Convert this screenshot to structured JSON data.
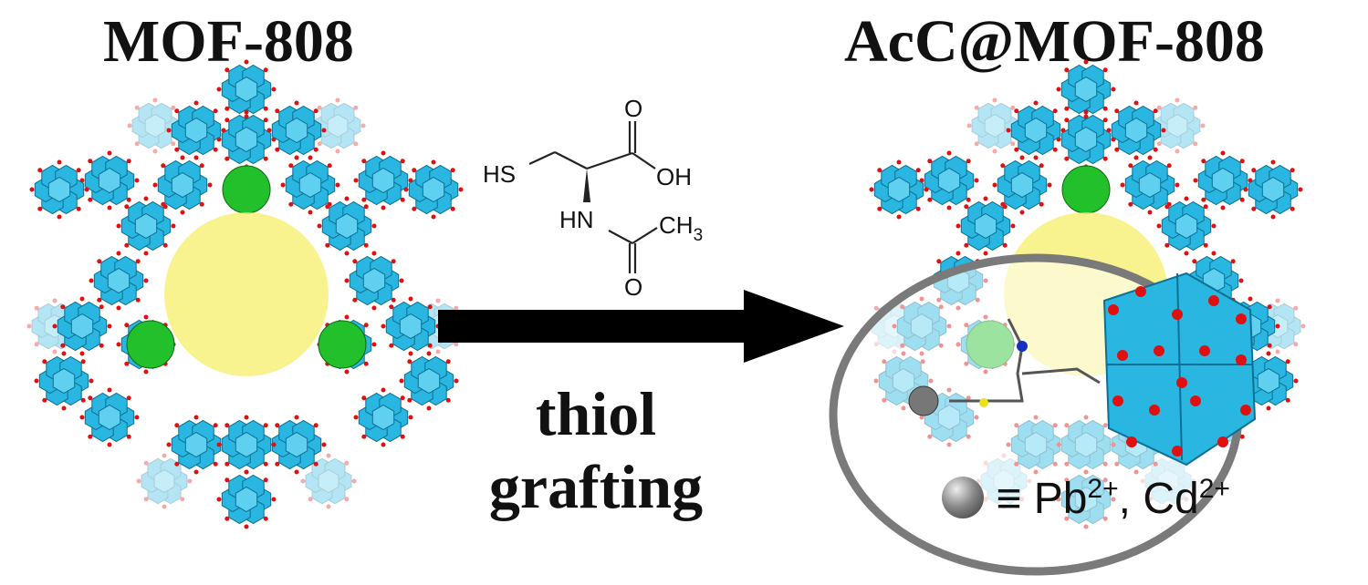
{
  "left_title": "MOF-808",
  "right_title": "AcC@MOF-808",
  "reaction": {
    "reagent": {
      "hs": "HS",
      "oh": "OH",
      "o_top": "O",
      "hn": "HN",
      "ch": "CH",
      "ch_sub": "3",
      "o_bottom": "O"
    },
    "line1": "thiol",
    "line2": "grafting"
  },
  "legend": {
    "equiv": "≡",
    "ion1": "Pb",
    "ion1_charge": "2+",
    "sep": ",",
    "ion2": "Cd",
    "ion2_charge": "2+"
  },
  "colors": {
    "polyhedra": "#29b6e0",
    "green": "#22c02a",
    "yellow": "#f5ef6a",
    "oxygen": "#e01010",
    "ellipse": "#7a7a7a",
    "arrow": "#000000"
  }
}
